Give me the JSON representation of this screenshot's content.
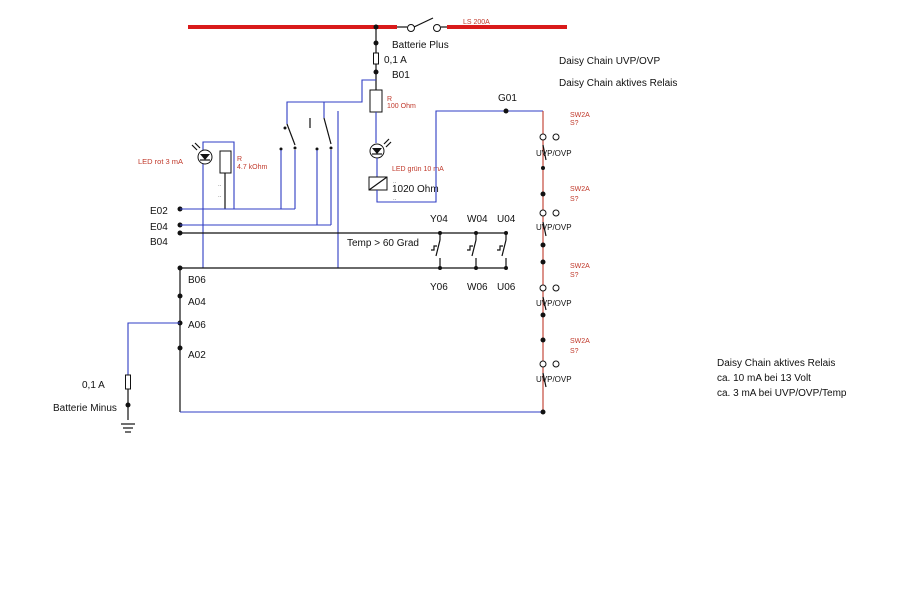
{
  "labels": {
    "ls": "LS 200A",
    "batterie_plus": "Batterie Plus",
    "fuse_top": "0,1 A",
    "b01": "B01",
    "r100_r": "R",
    "r100_val": "100 Ohm",
    "led_gruen": "LED grün 10 mA",
    "ohm1020": "1020 Ohm",
    "led_rot": "LED rot 3  mA",
    "r47_r": "R",
    "r47_val": "4.7 kOhm",
    "g01": "G01",
    "daisy_uvp": "Daisy Chain UVP/OVP",
    "daisy_relais": "Daisy Chain aktives Relais",
    "e02": "E02",
    "e04": "E04",
    "b04": "B04",
    "b06": "B06",
    "a04": "A04",
    "a06": "A06",
    "a02": "A02",
    "y04": "Y04",
    "w04": "W04",
    "u04": "U04",
    "y06": "Y06",
    "w06": "W06",
    "u06": "U06",
    "temp": "Temp > 60 Grad",
    "fuse_bottom": "0,1 A",
    "batterie_minus": "Batterie Minus",
    "note_title": "Daisy Chain aktives Relais",
    "note_line1": "ca. 10 mA bei 13 Volt",
    "note_line2": "ca. 3 mA bei UVP/OVP/Temp"
  },
  "switches": [
    {
      "name": "SW2A",
      "ref": "S?",
      "type": "UVP/OVP"
    },
    {
      "name": "SW2A",
      "ref": "S?",
      "type": "UVP/OVP"
    },
    {
      "name": "SW2A",
      "ref": "S?",
      "type": "UVP/OVP"
    },
    {
      "name": "SW2A",
      "ref": "S?",
      "type": "UVP/OVP"
    }
  ],
  "colors": {
    "bus": "#d91a1a",
    "wire_black": "#111111",
    "wire_blue": "#2f3dc4",
    "wire_red": "#c0392b"
  }
}
